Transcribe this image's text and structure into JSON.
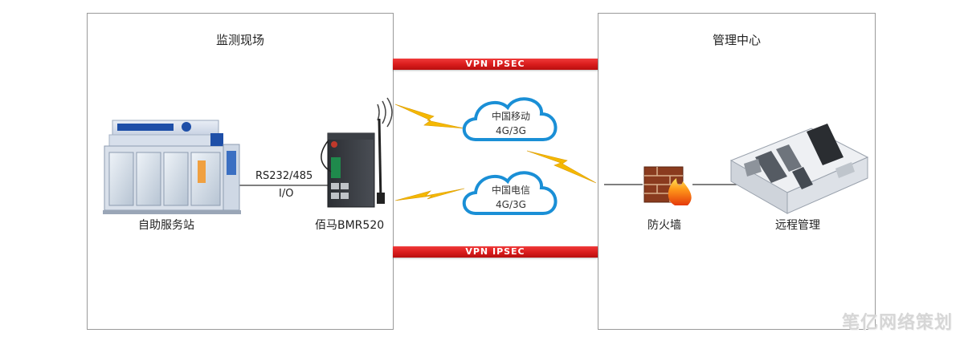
{
  "left_panel": {
    "title": "监测现场"
  },
  "right_panel": {
    "title": "管理中心"
  },
  "vpn": {
    "top_label": "VPN  IPSEC",
    "bottom_label": "VPN  IPSEC"
  },
  "link_label": {
    "line1": "RS232/485",
    "line2": "I/O"
  },
  "devices": {
    "kiosk": "自助服务站",
    "router": "佰马BMR520",
    "firewall": "防火墙",
    "remote": "远程管理"
  },
  "clouds": [
    {
      "line1": "中国移动",
      "line2": "4G/3G"
    },
    {
      "line1": "中国电信",
      "line2": "4G/3G"
    }
  ],
  "watermark": "笔亿网络策划",
  "colors": {
    "vpn": "#d81b1b",
    "cloud": "#1a8fd6",
    "lightning": "#f5b800"
  }
}
